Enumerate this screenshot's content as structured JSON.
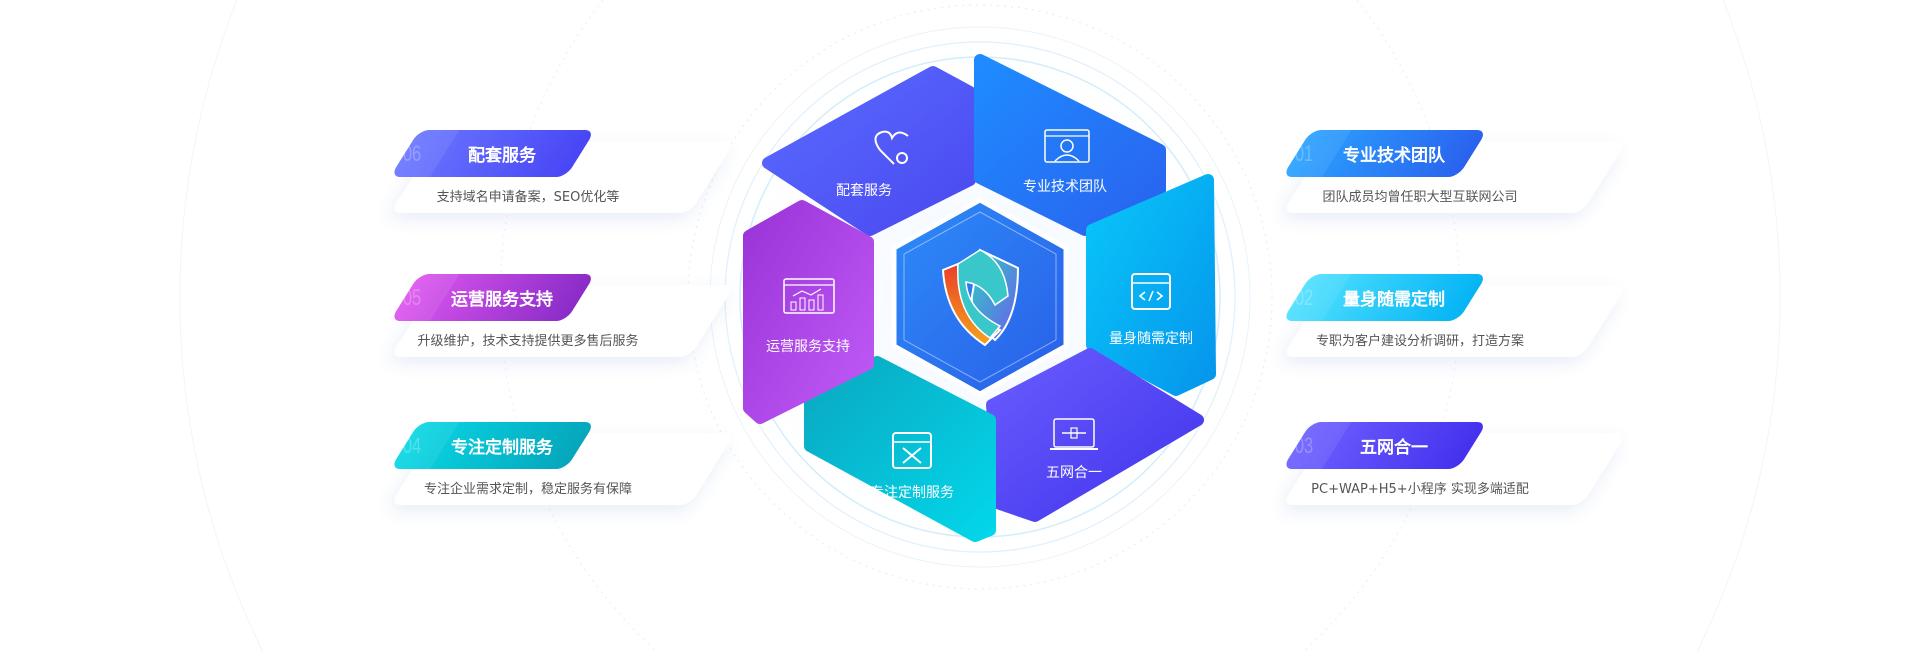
{
  "center": {
    "logo": "shield-logo"
  },
  "segments": [
    {
      "label": "配套服务",
      "icon": "heart-gear-icon",
      "color1": "#5a6cff",
      "color2": "#4a48f0"
    },
    {
      "label": "专业技术团队",
      "icon": "team-icon",
      "color1": "#1e8cff",
      "color2": "#2a62ee"
    },
    {
      "label": "量身随需定制",
      "icon": "code-icon",
      "color1": "#09c6f9",
      "color2": "#0596ec"
    },
    {
      "label": "五网合一",
      "icon": "devices-icon",
      "color1": "#6a5cff",
      "color2": "#4033ea"
    },
    {
      "label": "专注定制服务",
      "icon": "design-icon",
      "color1": "#0aa8c0",
      "color2": "#03d6ea"
    },
    {
      "label": "运营服务支持",
      "icon": "chart-icon",
      "color1": "#9b34d8",
      "color2": "#c05af6"
    }
  ],
  "cards_left": [
    {
      "num": "06",
      "title": "配套服务",
      "desc": "支持域名申请备案，SEO优化等",
      "c1": "#6a76ff",
      "c2": "#4846f5"
    },
    {
      "num": "05",
      "title": "运营服务支持",
      "desc": "升级维护，技术支持提供更多售后服务",
      "c1": "#dc55ee",
      "c2": "#8a2cc8"
    },
    {
      "num": "04",
      "title": "专注定制服务",
      "desc": "专注企业需求定制，稳定服务有保障",
      "c1": "#08d6e4",
      "c2": "#06a6bc"
    }
  ],
  "cards_right": [
    {
      "num": "01",
      "title": "专业技术团队",
      "desc": "团队成员均曾任职大型互联网公司",
      "c1": "#2aa2ff",
      "c2": "#2a62ee"
    },
    {
      "num": "02",
      "title": "量身随需定制",
      "desc": "专职为客户建设分析调研，打造方案",
      "c1": "#4fe0ff",
      "c2": "#05b4f4"
    },
    {
      "num": "03",
      "title": "五网合一",
      "desc": "PC+WAP+H5+小程序 实现多端适配",
      "c1": "#6d60ff",
      "c2": "#4531ee"
    }
  ]
}
